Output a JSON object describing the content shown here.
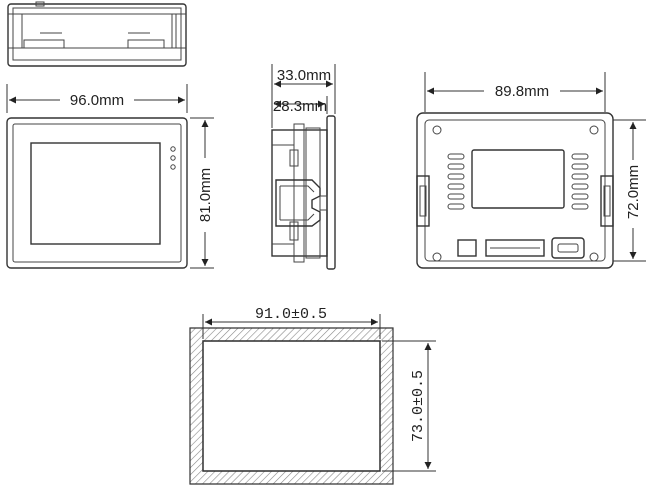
{
  "dimensions": {
    "front_width": "96.0mm",
    "front_height": "81.0mm",
    "side_total_depth": "33.0mm",
    "side_depth": "28.3mm",
    "back_width": "89.8mm",
    "back_height": "72.0mm",
    "cutout_width": "91.0±0.5",
    "cutout_height": "73.0±0.5"
  },
  "colors": {
    "line": "#333333",
    "hatch": "#888888",
    "background": "#ffffff"
  }
}
